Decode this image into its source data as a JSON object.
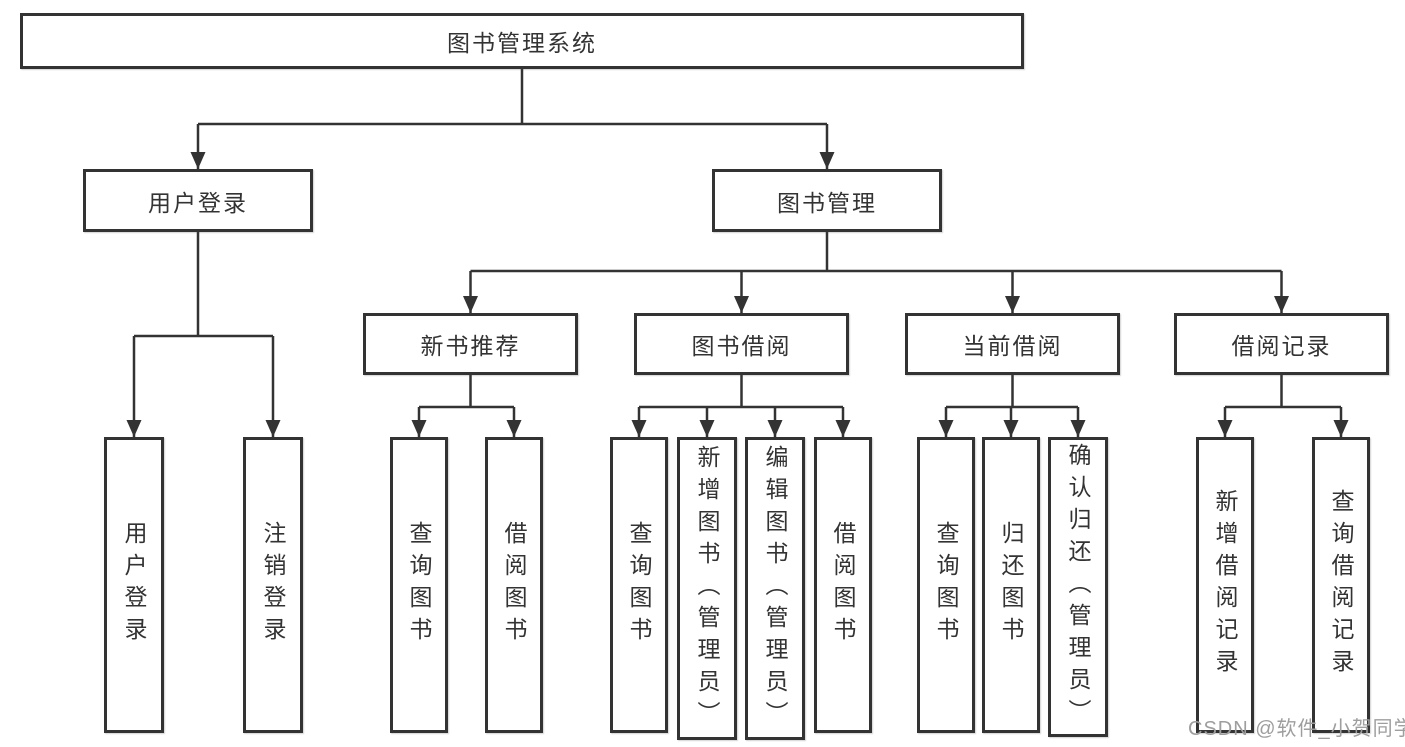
{
  "diagram": {
    "root": {
      "label": "图书管理系统"
    },
    "children": [
      {
        "label": "用户登录",
        "children": [
          {
            "label": "用户登录"
          },
          {
            "label": "注销登录"
          }
        ]
      },
      {
        "label": "图书管理",
        "children": [
          {
            "label": "新书推荐",
            "children": [
              {
                "label": "查询图书"
              },
              {
                "label": "借阅图书"
              }
            ]
          },
          {
            "label": "图书借阅",
            "children": [
              {
                "label": "查询图书"
              },
              {
                "label": "新增图书（管理员）"
              },
              {
                "label": "编辑图书（管理员）"
              },
              {
                "label": "借阅图书"
              }
            ]
          },
          {
            "label": "当前借阅",
            "children": [
              {
                "label": "查询图书"
              },
              {
                "label": "归还图书"
              },
              {
                "label": "确认归还（管理员）"
              }
            ]
          },
          {
            "label": "借阅记录",
            "children": [
              {
                "label": "新增借阅记录"
              },
              {
                "label": "查询借阅记录"
              }
            ]
          }
        ]
      }
    ]
  },
  "colors": {
    "line": "#333333",
    "watermark": "#9e9e9e"
  },
  "watermark": {
    "text": "CSDN @软件_小贺同学"
  }
}
